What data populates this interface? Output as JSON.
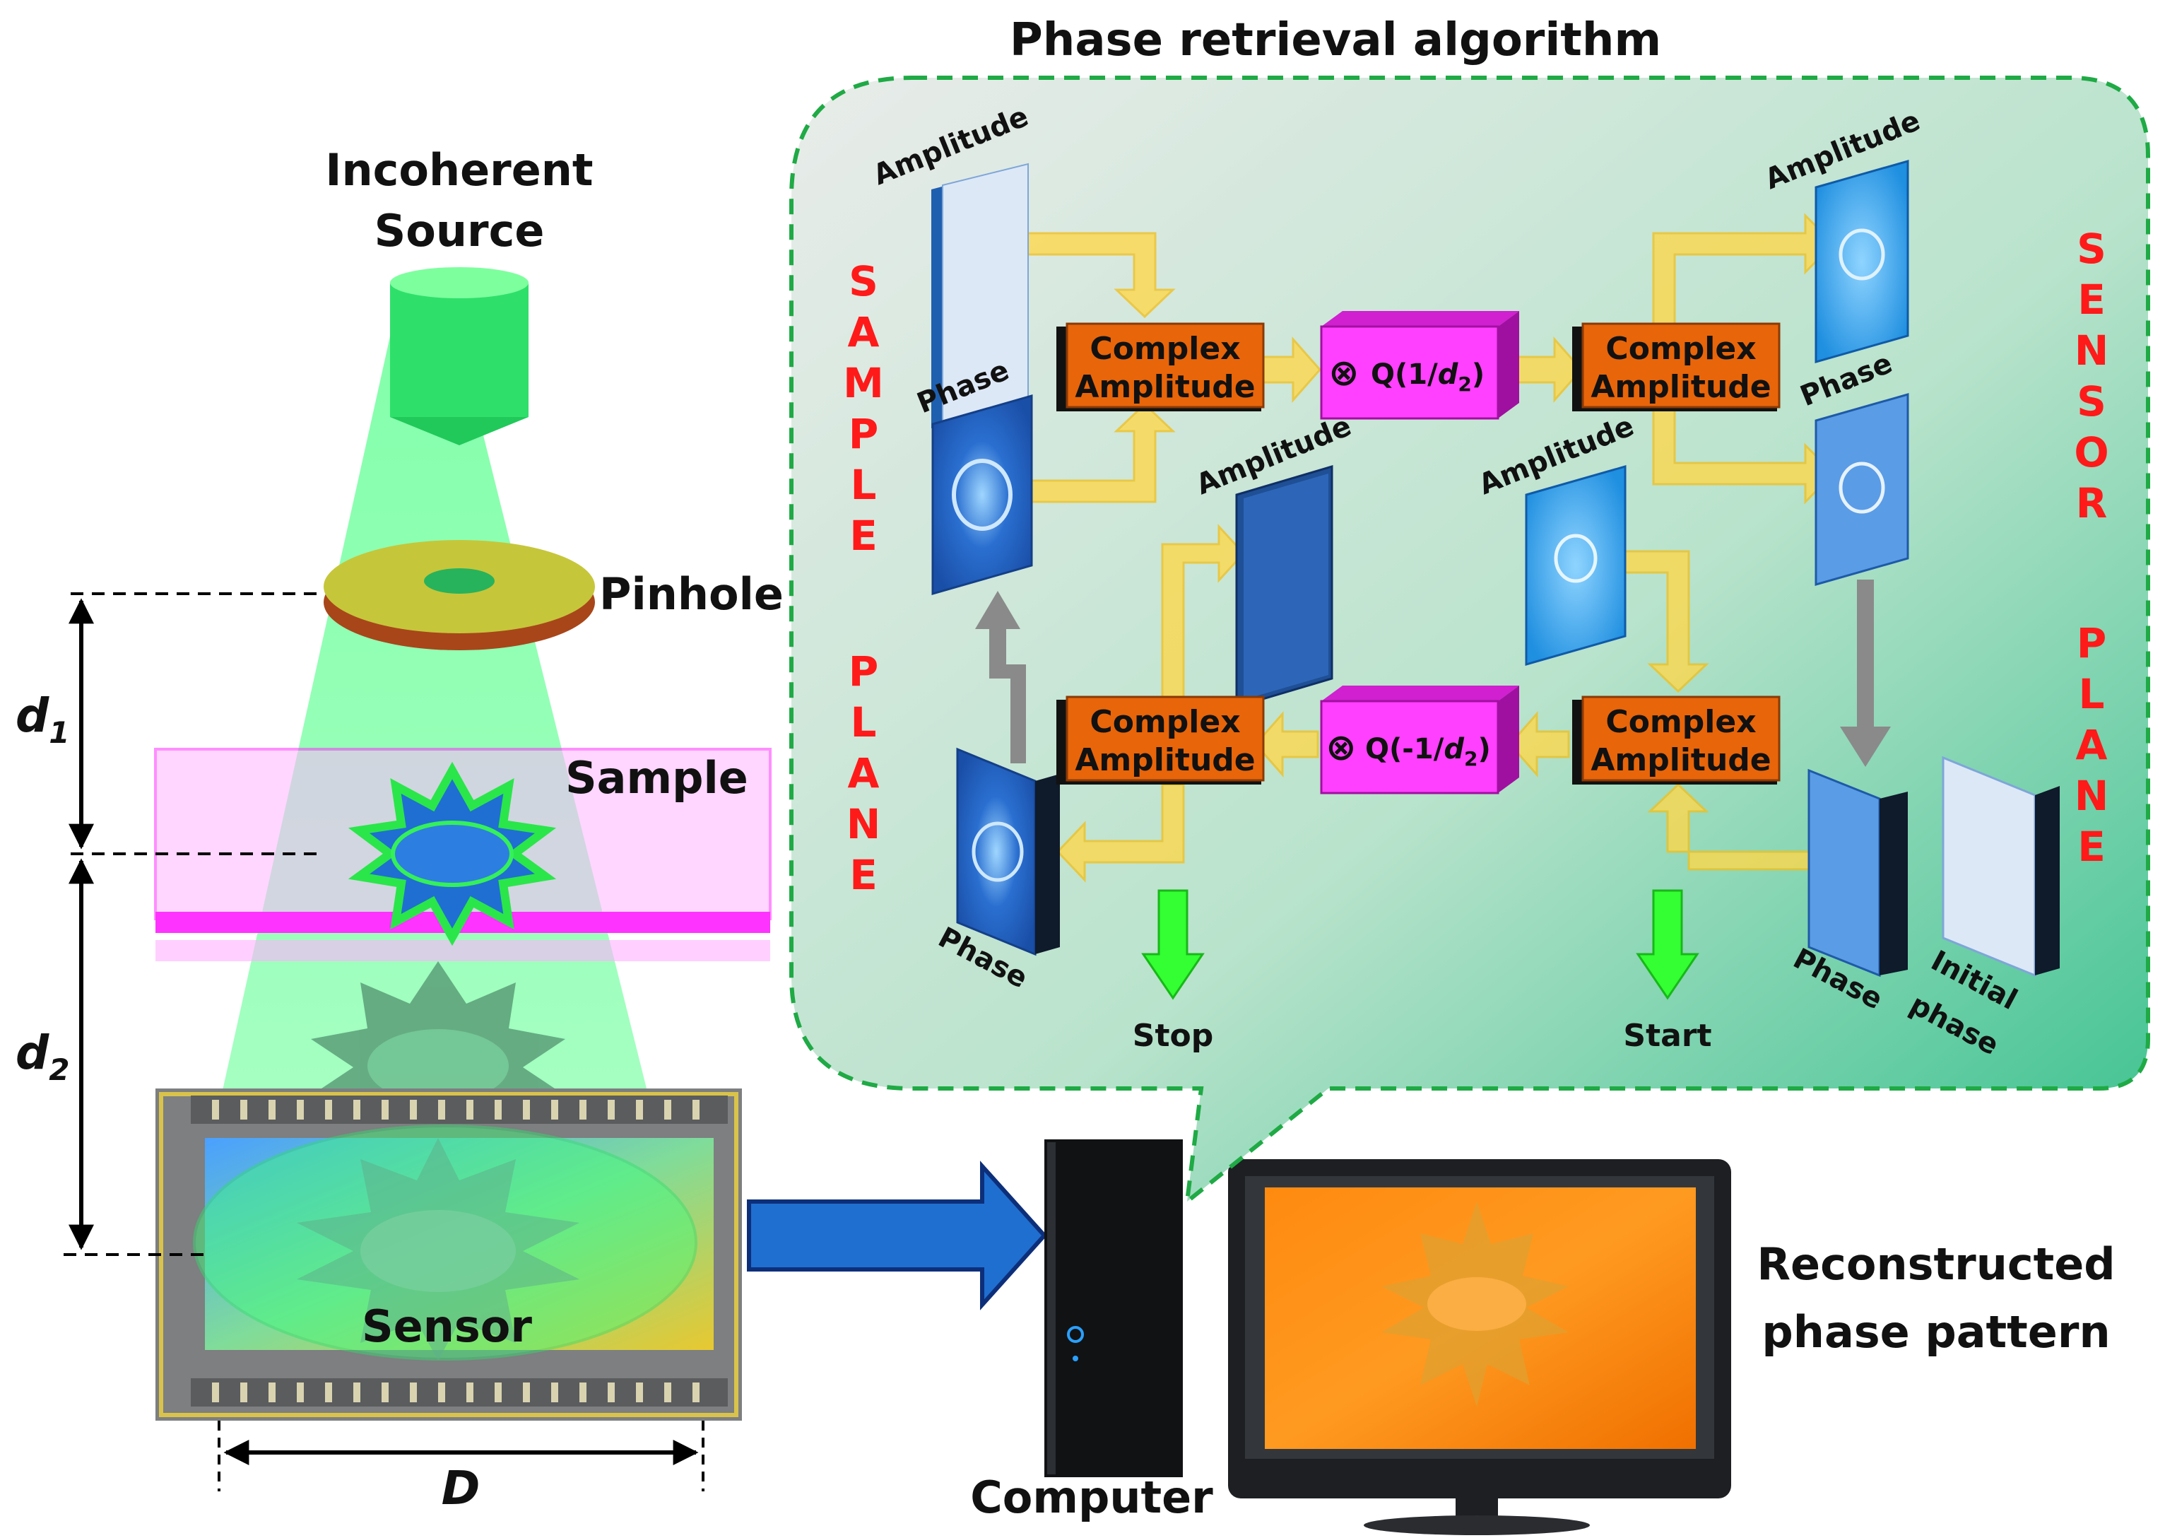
{
  "title": "Phase retrieval algorithm",
  "source_label_line1": "Incoherent",
  "source_label_line2": "Source",
  "pinhole_label": "Pinhole",
  "sample_label": "Sample",
  "sensor_label": "Sensor",
  "distance_d1": {
    "base": "d",
    "sub": "1"
  },
  "distance_d2": {
    "base": "d",
    "sub": "2"
  },
  "width_label": "D",
  "computer_label": "Computer",
  "reconstructed_line1": "Reconstructed",
  "reconstructed_line2": "phase pattern",
  "sample_plane_letters": [
    "S",
    "A",
    "M",
    "P",
    "L",
    "E",
    "",
    "P",
    "L",
    "A",
    "N",
    "E"
  ],
  "sensor_plane_letters": [
    "S",
    "E",
    "N",
    "S",
    "O",
    "R",
    "",
    "P",
    "L",
    "A",
    "N",
    "E"
  ],
  "algorithm": {
    "amplitude_label": "Amplitude",
    "phase_label": "Phase",
    "initial_phase_line1": "Initial",
    "initial_phase_line2": "phase",
    "complex_line1": "Complex",
    "complex_line2": "Amplitude",
    "forward_operator": {
      "prefix": "Q(1/",
      "var": "d",
      "sub": "2",
      "suffix": ")"
    },
    "backward_operator": {
      "prefix": "Q(-1/",
      "var": "d",
      "sub": "2",
      "suffix": ")"
    },
    "otimes_symbol": "⊗",
    "stop_label": "Stop",
    "start_label": "Start"
  },
  "colors": {
    "red_text": "#ff1a1a",
    "box_orange": "#e8650a",
    "operator_magenta": "#ff40ff",
    "beam_green": "#3cff7a",
    "panel_border": "#22aa44",
    "flow_yellow": "#ffd84a"
  }
}
